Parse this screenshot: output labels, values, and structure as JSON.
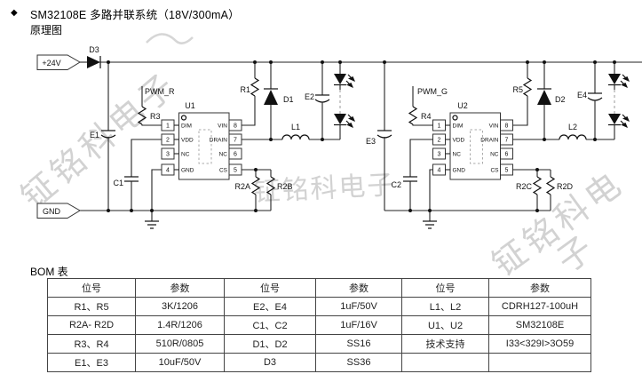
{
  "header": {
    "bullet": "◆",
    "title": "SM32108E 多路并联系统（18V/300mA）",
    "subtitle": "原理图"
  },
  "watermark": {
    "text": "钲铭科电子",
    "right_line1": "钲铭科电",
    "right_line2": "子"
  },
  "sch": {
    "vin": "+24V",
    "gnd": "GND",
    "pins_left": [
      {
        "num": "1",
        "name": "DIM"
      },
      {
        "num": "2",
        "name": "VDD"
      },
      {
        "num": "3",
        "name": "NC"
      },
      {
        "num": "4",
        "name": "GND"
      }
    ],
    "pins_right": [
      {
        "num": "8",
        "name": "VIN"
      },
      {
        "num": "7",
        "name": "DRAIN"
      },
      {
        "num": "6",
        "name": "NC"
      },
      {
        "num": "5",
        "name": "CS"
      }
    ],
    "ch1": {
      "d_in": "D3",
      "pwm": "PWM_R",
      "r_pwm": "R3",
      "cap_in": "E1",
      "cap_vdd": "C1",
      "ic": "U1",
      "r_vin": "R1",
      "diode": "D1",
      "cap_out": "E2",
      "ind": "L1",
      "r_cs_a": "R2A",
      "r_cs_b": "R2B"
    },
    "ch2": {
      "pwm": "PWM_G",
      "r_pwm": "R4",
      "cap_in": "E3",
      "cap_vdd": "C2",
      "ic": "U2",
      "r_vin": "R5",
      "diode": "D2",
      "cap_out": "E4",
      "ind": "L2",
      "r_cs_a": "R2C",
      "r_cs_b": "R2D"
    }
  },
  "bom": {
    "label": "BOM 表",
    "headers": [
      "位号",
      "参数",
      "位号",
      "参数",
      "位号",
      "参数"
    ],
    "rows": [
      [
        "R1、R5",
        "3K/1206",
        "E2、E4",
        "1uF/50V",
        "L1、L2",
        "CDRH127-100uH"
      ],
      [
        "R2A- R2D",
        "1.4R/1206",
        "C1、C2",
        "1uF/16V",
        "U1、U2",
        "SM32108E"
      ],
      [
        "R3、R4",
        "510R/0805",
        "D1、D2",
        "SS16",
        "技术支持",
        "I33&lt;329I&gt;3O59"
      ],
      [
        "E1、E3",
        "10uF/50V",
        "D3",
        "SS36",
        "",
        ""
      ]
    ]
  }
}
